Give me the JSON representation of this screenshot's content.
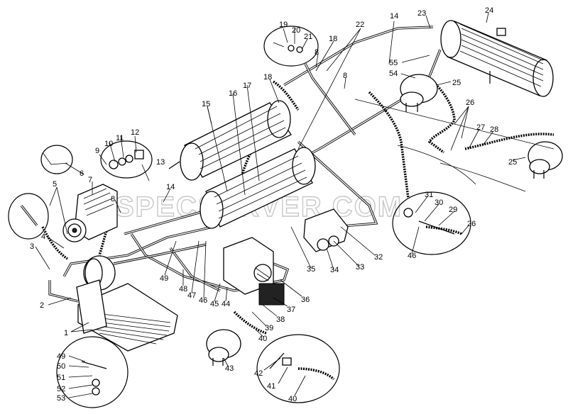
{
  "watermark": "SPECSERVER.COM",
  "labels": [
    {
      "id": "19",
      "text": "19"
    },
    {
      "id": "20",
      "text": "20"
    },
    {
      "id": "21",
      "text": "21"
    },
    {
      "id": "22",
      "text": "22"
    },
    {
      "id": "14a",
      "text": "14"
    },
    {
      "id": "23",
      "text": "23"
    },
    {
      "id": "24",
      "text": "24"
    },
    {
      "id": "18a",
      "text": "18"
    },
    {
      "id": "8a",
      "text": "8"
    },
    {
      "id": "55",
      "text": "55"
    },
    {
      "id": "54",
      "text": "54"
    },
    {
      "id": "25a",
      "text": "25"
    },
    {
      "id": "8b",
      "text": "8"
    },
    {
      "id": "18b",
      "text": "18"
    },
    {
      "id": "17",
      "text": "17"
    },
    {
      "id": "16",
      "text": "16"
    },
    {
      "id": "15",
      "text": "15"
    },
    {
      "id": "26a",
      "text": "26"
    },
    {
      "id": "27",
      "text": "27"
    },
    {
      "id": "28",
      "text": "28"
    },
    {
      "id": "25b",
      "text": "25"
    },
    {
      "id": "9",
      "text": "9"
    },
    {
      "id": "10",
      "text": "10"
    },
    {
      "id": "11",
      "text": "11"
    },
    {
      "id": "12",
      "text": "12"
    },
    {
      "id": "13",
      "text": "13"
    },
    {
      "id": "6",
      "text": "6"
    },
    {
      "id": "7",
      "text": "7"
    },
    {
      "id": "5",
      "text": "5"
    },
    {
      "id": "8c",
      "text": "8"
    },
    {
      "id": "14b",
      "text": "14"
    },
    {
      "id": "31",
      "text": "31"
    },
    {
      "id": "30",
      "text": "30"
    },
    {
      "id": "29",
      "text": "29"
    },
    {
      "id": "26b",
      "text": "26"
    },
    {
      "id": "4",
      "text": "4"
    },
    {
      "id": "3",
      "text": "3"
    },
    {
      "id": "46a",
      "text": "46"
    },
    {
      "id": "32",
      "text": "32"
    },
    {
      "id": "34",
      "text": "34"
    },
    {
      "id": "33",
      "text": "33"
    },
    {
      "id": "35",
      "text": "35"
    },
    {
      "id": "49a",
      "text": "49"
    },
    {
      "id": "48",
      "text": "48"
    },
    {
      "id": "47",
      "text": "47"
    },
    {
      "id": "46b",
      "text": "46"
    },
    {
      "id": "45",
      "text": "45"
    },
    {
      "id": "44",
      "text": "44"
    },
    {
      "id": "36",
      "text": "36"
    },
    {
      "id": "37",
      "text": "37"
    },
    {
      "id": "38",
      "text": "38"
    },
    {
      "id": "39",
      "text": "39"
    },
    {
      "id": "2",
      "text": "2"
    },
    {
      "id": "1",
      "text": "1"
    },
    {
      "id": "40a",
      "text": "40"
    },
    {
      "id": "49b",
      "text": "49"
    },
    {
      "id": "50",
      "text": "50"
    },
    {
      "id": "51",
      "text": "51"
    },
    {
      "id": "52",
      "text": "52"
    },
    {
      "id": "53",
      "text": "53"
    },
    {
      "id": "43",
      "text": "43"
    },
    {
      "id": "42",
      "text": "42"
    },
    {
      "id": "41",
      "text": "41"
    },
    {
      "id": "40b",
      "text": "40"
    }
  ]
}
